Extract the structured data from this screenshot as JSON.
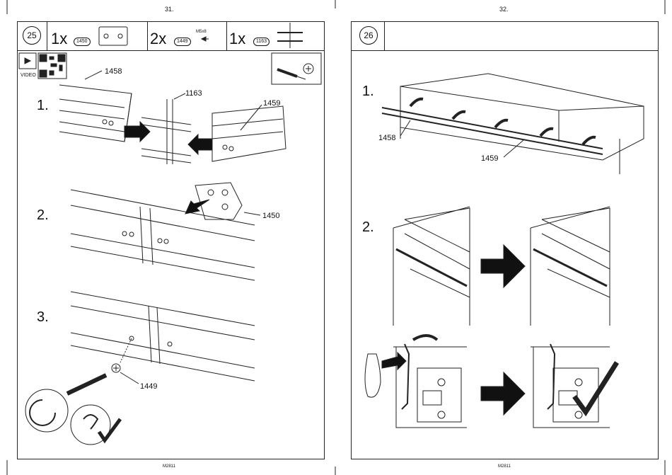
{
  "left_page": {
    "page_number": "31.",
    "footer": "M2811",
    "step_number": "25",
    "parts": [
      {
        "qty": "1x",
        "code": "1450"
      },
      {
        "qty": "2x",
        "code": "1449",
        "note": "M5x8"
      },
      {
        "qty": "1x",
        "code": "1163"
      }
    ],
    "video_label": "VIDEO",
    "substeps": [
      "1.",
      "2.",
      "3."
    ],
    "callouts": {
      "c1458": "1458",
      "c1163": "1163",
      "c1459": "1459",
      "c1450": "1450",
      "c1449": "1449"
    }
  },
  "right_page": {
    "page_number": "32.",
    "footer": "M2811",
    "step_number": "26",
    "substeps": [
      "1.",
      "2."
    ],
    "callouts": {
      "c1458": "1458",
      "c1459": "1459"
    }
  }
}
